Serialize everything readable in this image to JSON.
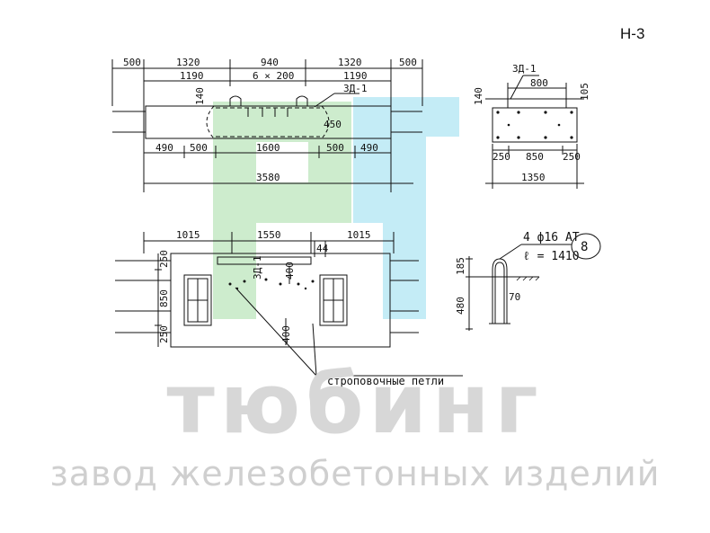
{
  "sheet_code": "Н-3",
  "brand": {
    "name": "тюбинг",
    "subtitle": "завод железобетонных изделий",
    "watermark_colors": {
      "green": "#cdeccd",
      "blue": "#c4ecf6",
      "gray": "#d7d7d7"
    }
  },
  "plan_view": {
    "top_dims": [
      "500",
      "1320",
      "940",
      "1320",
      "500"
    ],
    "inner_dims": [
      "1190",
      "6 × 200",
      "1190"
    ],
    "bottom_dims": [
      "490",
      "500",
      "1600",
      "500",
      "490"
    ],
    "overall": "3580",
    "small_labels": {
      "d140": "140",
      "d450": "450",
      "embed": "ЗД-1"
    }
  },
  "section_view": {
    "label": "ЗД-1",
    "top": "800",
    "left": "140",
    "right": "105",
    "bottom_dims": [
      "250",
      "850",
      "250"
    ],
    "overall": "1350"
  },
  "elevation_view": {
    "top_dims": [
      "1015",
      "1550",
      "1015"
    ],
    "left_dims": [
      "250",
      "850",
      "250"
    ],
    "inner_labels": {
      "d44": "44",
      "d400a": "400",
      "d400b": "400",
      "embed": "ЗД-1"
    }
  },
  "loop_detail": {
    "spec": "4 ф16 АТ",
    "length": "ℓ = 1410",
    "mark": "8",
    "h1": "185",
    "h2": "480",
    "offset": "70"
  },
  "callout": "строповочные петли"
}
